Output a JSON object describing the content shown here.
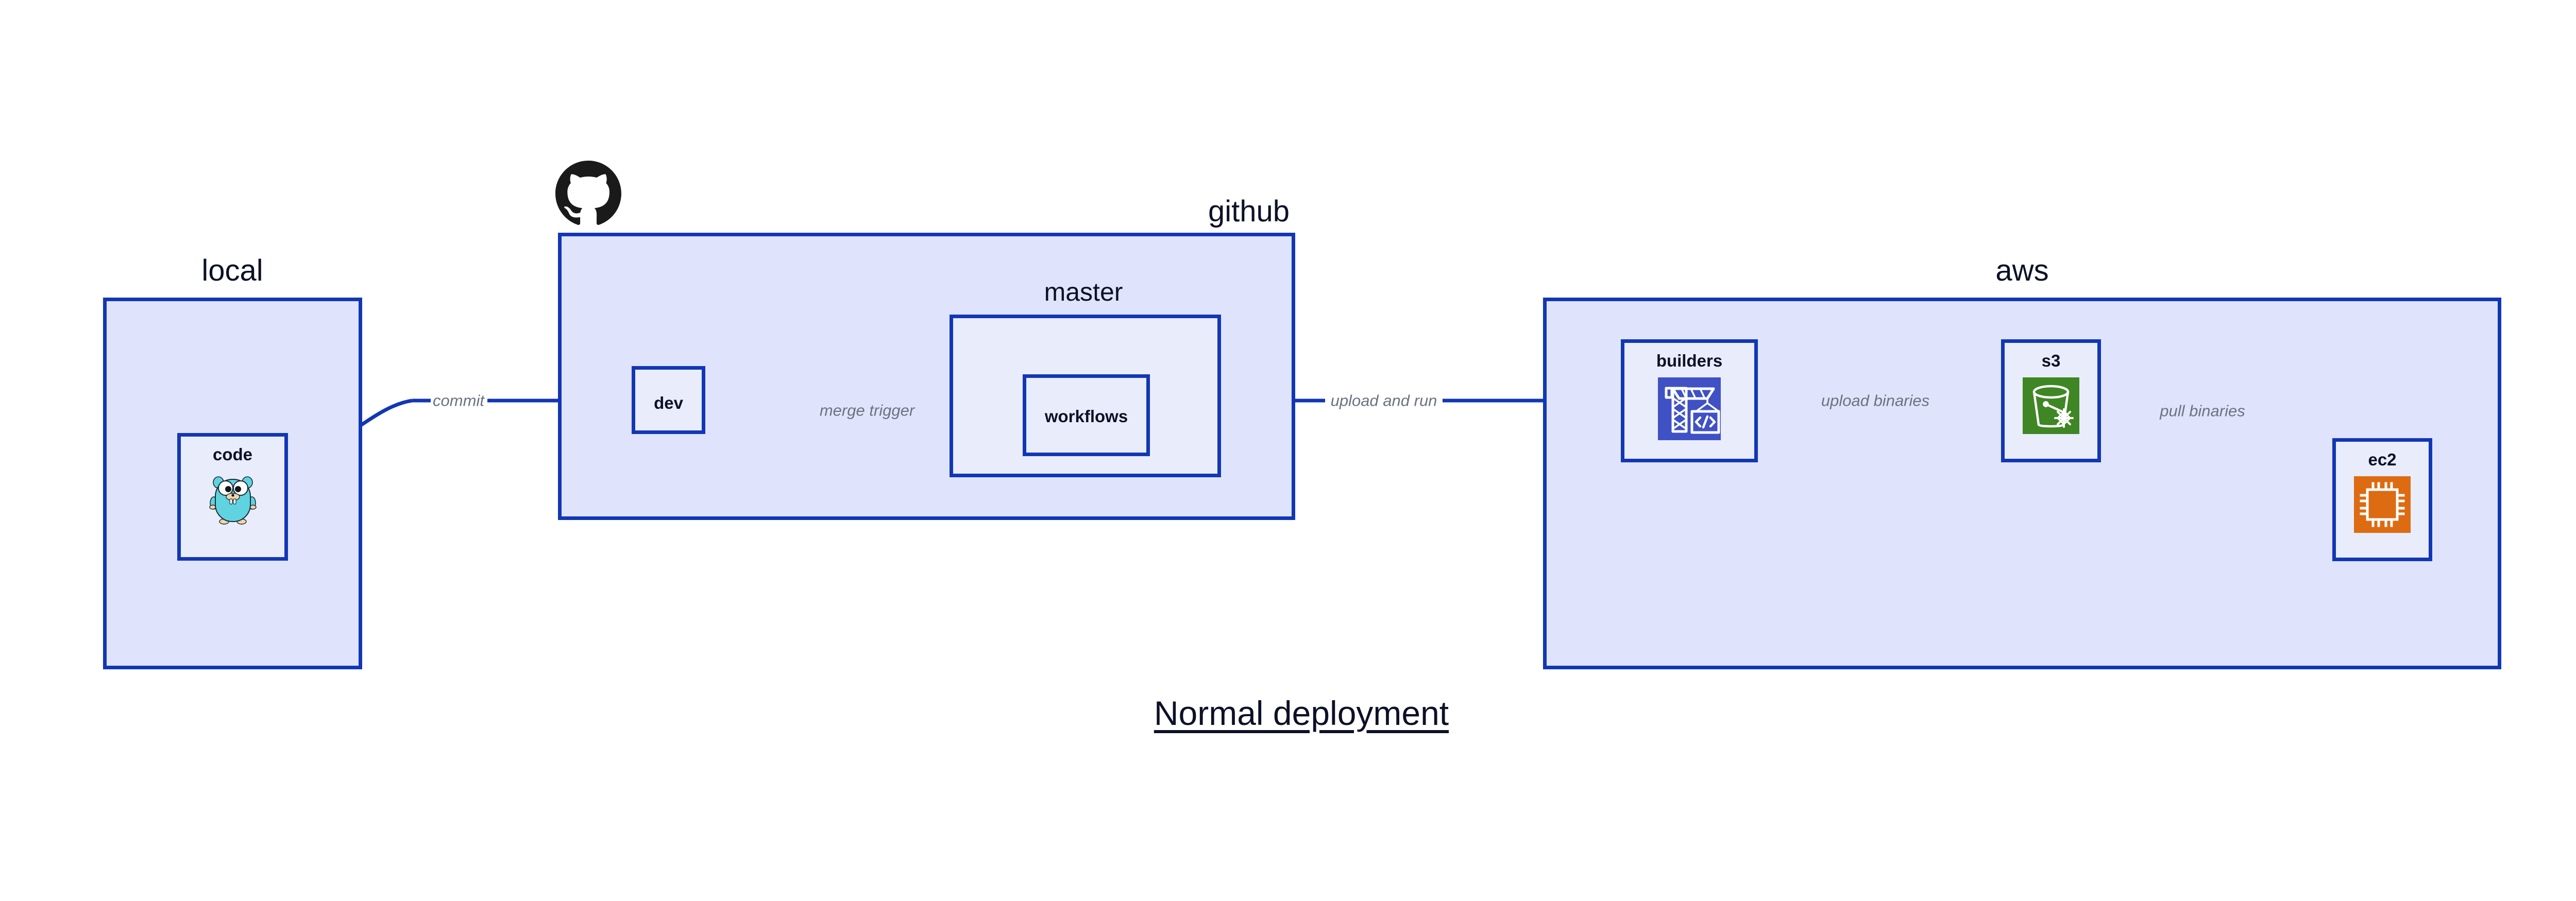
{
  "title": "Normal deployment",
  "colors": {
    "group_fill": "#dfe4fc",
    "node_fill": "#e9edfb",
    "border": "#1237b5",
    "edge": "#1237b5",
    "label_text": "#0d1127",
    "edge_label_text": "#6b7280",
    "builders_icon_bg": "#3f51c5",
    "s3_icon_bg": "#3f8624",
    "ec2_icon_bg": "#dd6b12",
    "gopher_body": "#5fd3e0",
    "github_mark": "#1a1a1a"
  },
  "groups": [
    {
      "id": "local",
      "label": "local"
    },
    {
      "id": "github",
      "label": "github"
    },
    {
      "id": "master",
      "label": "master"
    },
    {
      "id": "aws",
      "label": "aws"
    }
  ],
  "nodes": [
    {
      "id": "code",
      "label": "code",
      "icon": "go-gopher-icon"
    },
    {
      "id": "dev",
      "label": "dev",
      "icon": "none"
    },
    {
      "id": "workflows",
      "label": "workflows",
      "icon": "none"
    },
    {
      "id": "builders",
      "label": "builders",
      "icon": "aws-codebuild-crane-icon"
    },
    {
      "id": "s3",
      "label": "s3",
      "icon": "aws-s3-bucket-snowflake-icon"
    },
    {
      "id": "ec2",
      "label": "ec2",
      "icon": "aws-ec2-cpu-chip-icon"
    }
  ],
  "edges": [
    {
      "id": "commit",
      "label": "commit",
      "from": "code",
      "to": "dev"
    },
    {
      "id": "merge-trigger",
      "label": "merge trigger",
      "from": "dev",
      "to": "workflows"
    },
    {
      "id": "upload-and-run",
      "label": "upload and run",
      "from": "workflows",
      "to": "builders"
    },
    {
      "id": "upload-binaries",
      "label": "upload binaries",
      "from": "builders",
      "to": "s3"
    },
    {
      "id": "pull-binaries",
      "label": "pull binaries",
      "from": "s3",
      "to": "ec2"
    }
  ],
  "icons": {
    "github_mark": "github-octocat-icon"
  }
}
